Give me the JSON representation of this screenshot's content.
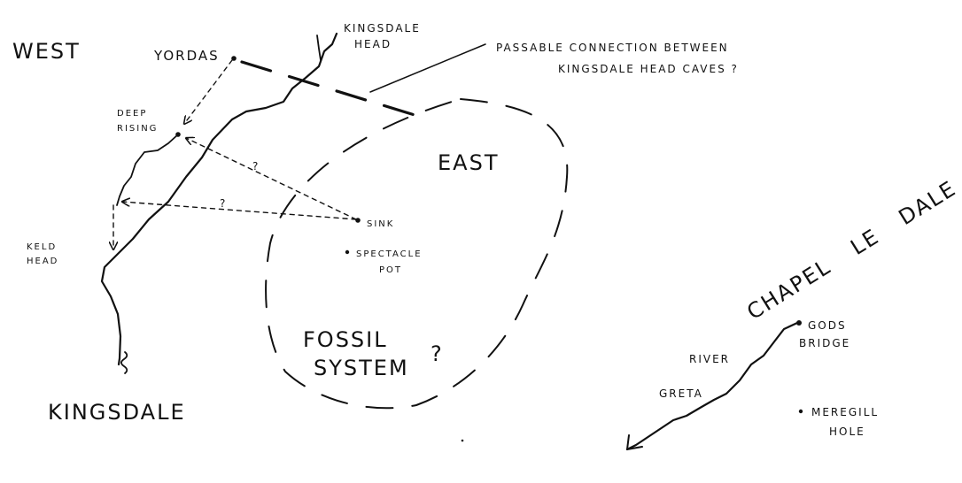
{
  "labels": {
    "west": "WEST",
    "kingsdale_head": [
      "KINGSDALE",
      "HEAD"
    ],
    "yordas": "YORDAS",
    "passable_connection": [
      "PASSABLE  CONNECTION  BETWEEN",
      "KINGSDALE  HEAD  CAVES ?"
    ],
    "deep_rising": [
      "DEEP",
      "RISING"
    ],
    "east": "EAST",
    "sink": "SINK",
    "spectacle_pot": [
      "SPECTACLE",
      "POT"
    ],
    "keld_head": [
      "KELD",
      "HEAD"
    ],
    "fossil_system": [
      "FOSSIL",
      "SYSTEM"
    ],
    "kingsdale": "KINGSDALE",
    "chapel_le_dale": [
      "CHAPEL",
      "LE",
      "DALE"
    ],
    "gods_bridge": [
      "GODS",
      "BRIDGE"
    ],
    "river_greta": [
      "RIVER",
      "GRETA"
    ],
    "meregill_hole": [
      "MEREGILL",
      "HOLE"
    ],
    "question_mark": "?"
  },
  "colors": {
    "ink": "#111111",
    "paper": "#ffffff"
  }
}
